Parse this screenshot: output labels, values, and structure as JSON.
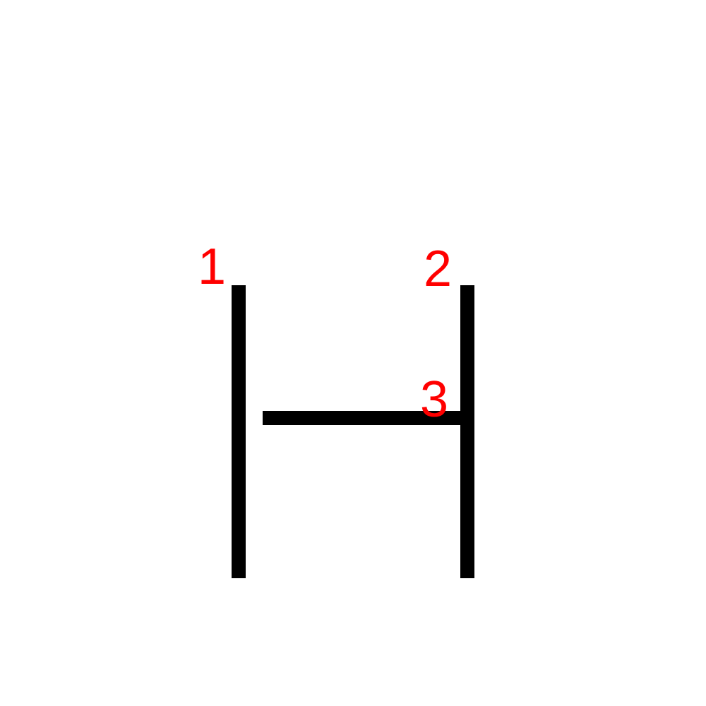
{
  "diagram": {
    "stroke_color": "#000000",
    "label_color": "#ff0000",
    "background_color": "#ffffff",
    "strokes": [
      {
        "order": "1",
        "direction": "vertical"
      },
      {
        "order": "2",
        "direction": "vertical"
      },
      {
        "order": "3",
        "direction": "horizontal"
      }
    ]
  }
}
